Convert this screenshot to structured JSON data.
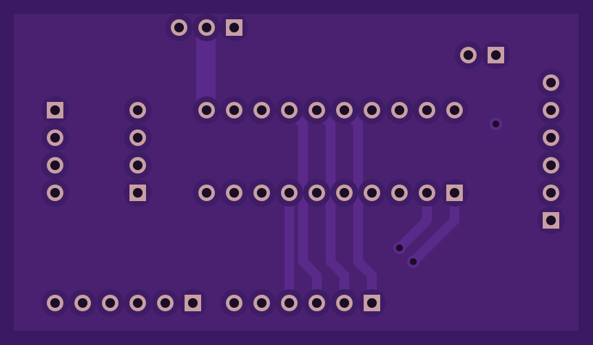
{
  "colors": {
    "outer": "#3b1a63",
    "board": "#4a2170",
    "copper": "#5a2a8a",
    "pad_ring": "#3f1c66",
    "pad_fill": "#c8a0a4",
    "hole": "#1a0d26"
  },
  "components": [
    {
      "name": "top-header-3pin",
      "pins": 3,
      "square": "last"
    },
    {
      "name": "top-right-header-2pin",
      "pins": 2,
      "square": "last"
    },
    {
      "name": "left-header-4pin",
      "pins": 4,
      "square": "first"
    },
    {
      "name": "left-mid-header-4pin",
      "pins": 4,
      "square": "last"
    },
    {
      "name": "ic-top-row",
      "pins": 10
    },
    {
      "name": "ic-bottom-row",
      "pins": 10,
      "square": "last"
    },
    {
      "name": "right-header-6pin",
      "pins": 6,
      "square": "last"
    },
    {
      "name": "bottom-left-header-6pin",
      "pins": 6,
      "square": "last"
    },
    {
      "name": "bottom-mid-header-6pin",
      "pins": 6,
      "square": "last"
    }
  ],
  "vias": 3
}
